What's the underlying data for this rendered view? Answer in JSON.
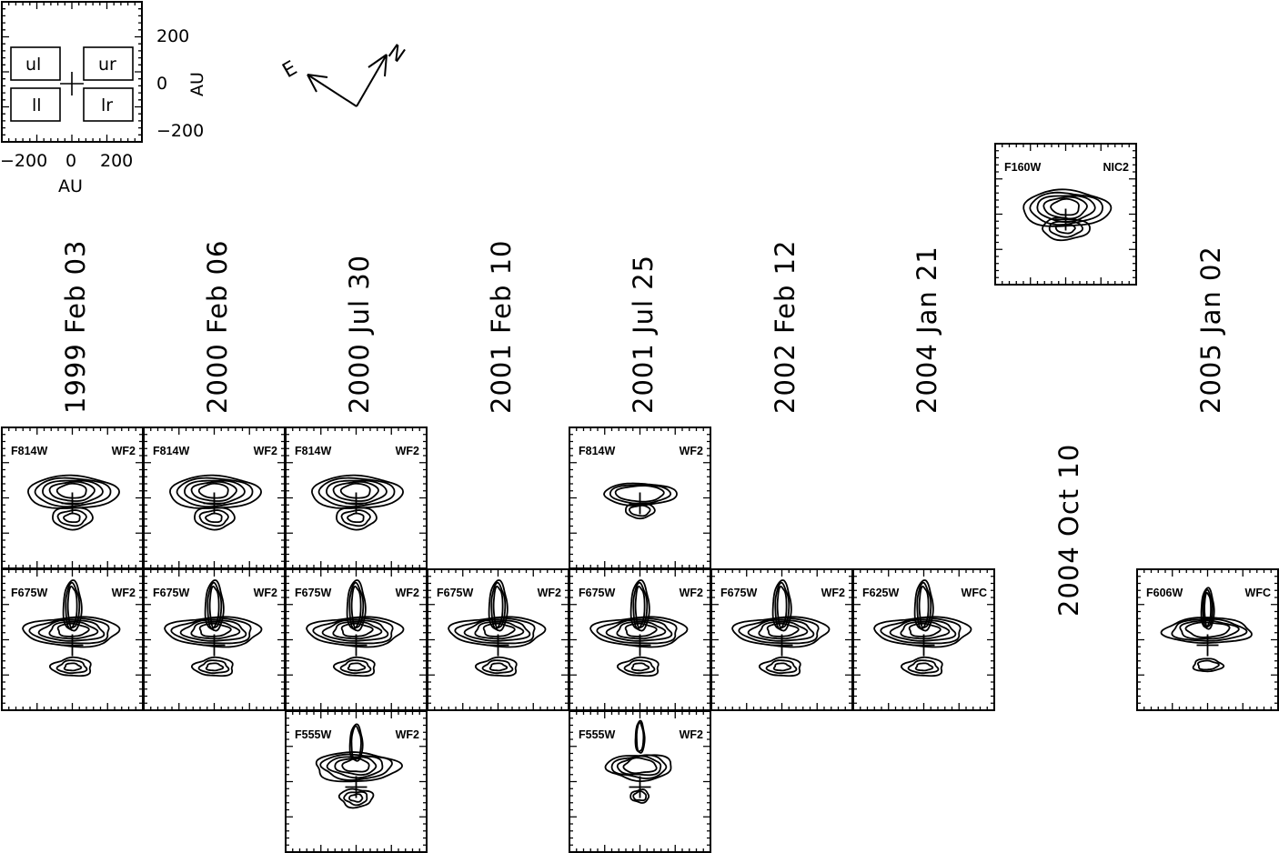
{
  "key_panel": {
    "quadrants": [
      "ul",
      "ur",
      "ll",
      "lr"
    ],
    "x_ticks": [
      "−200",
      "0",
      "200"
    ],
    "y_ticks": [
      "200",
      "0",
      "−200"
    ],
    "x_label": "AU",
    "y_label": "AU"
  },
  "compass": {
    "north": "N",
    "east": "E"
  },
  "dates": [
    "1999 Feb 03",
    "2000 Feb 06",
    "2000 Jul 30",
    "2001 Feb 10",
    "2001 Jul 25",
    "2002 Feb 12",
    "2004 Jan 21",
    "2004 Oct 10",
    "2005 Jan 02"
  ],
  "panels": [
    {
      "filter": "F160W",
      "camera": "NIC2",
      "style": "nic"
    },
    {
      "filter": "F814W",
      "camera": "WF2",
      "style": "f814"
    },
    {
      "filter": "F814W",
      "camera": "WF2",
      "style": "f814"
    },
    {
      "filter": "F814W",
      "camera": "WF2",
      "style": "f814"
    },
    {
      "filter": "F814W",
      "camera": "WF2",
      "style": "f814s"
    },
    {
      "filter": "F675W",
      "camera": "WF2",
      "style": "f675"
    },
    {
      "filter": "F675W",
      "camera": "WF2",
      "style": "f675"
    },
    {
      "filter": "F675W",
      "camera": "WF2",
      "style": "f675"
    },
    {
      "filter": "F675W",
      "camera": "WF2",
      "style": "f675"
    },
    {
      "filter": "F675W",
      "camera": "WF2",
      "style": "f675"
    },
    {
      "filter": "F675W",
      "camera": "WF2",
      "style": "f675"
    },
    {
      "filter": "F625W",
      "camera": "WFC",
      "style": "f675"
    },
    {
      "filter": "F606W",
      "camera": "WFC",
      "style": "f606"
    },
    {
      "filter": "F555W",
      "camera": "WF2",
      "style": "f555"
    },
    {
      "filter": "F555W",
      "camera": "WF2",
      "style": "f555s"
    }
  ]
}
